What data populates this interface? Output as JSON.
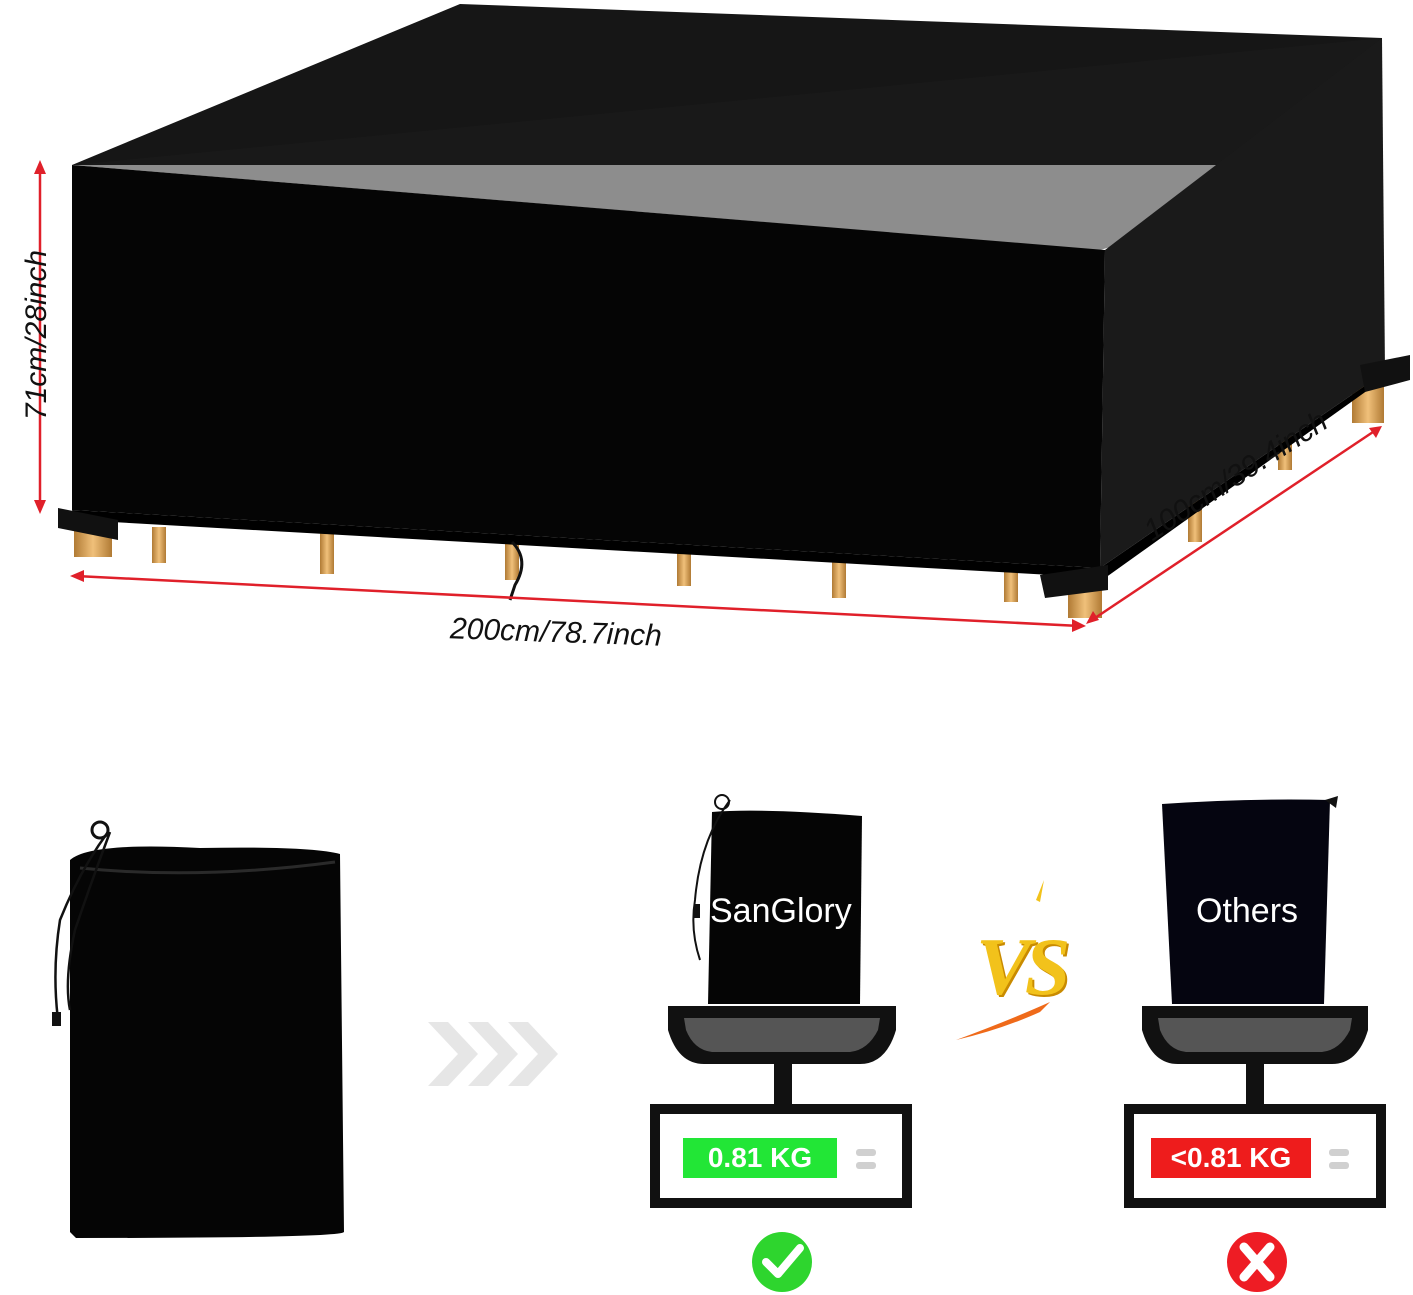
{
  "dimensions": {
    "height": "71cm/28inch",
    "length": "200cm/78.7inch",
    "width": "100cm/39.4inch"
  },
  "comparison": {
    "vs": "VS",
    "left": {
      "label": "SanGlory",
      "weight": "0.81 KG",
      "weight_color": "#22e636",
      "verdict": "check"
    },
    "right": {
      "label": "Others",
      "weight": "<0.81 KG",
      "weight_color": "#ee1c1c",
      "verdict": "cross"
    }
  },
  "colors": {
    "cover": "#0a0a0a",
    "dimension_line": "#e0202a",
    "check": "#2ed52e",
    "cross": "#ee1c24",
    "arrows": "#e6e6e6",
    "legs": "#d9a35a"
  }
}
